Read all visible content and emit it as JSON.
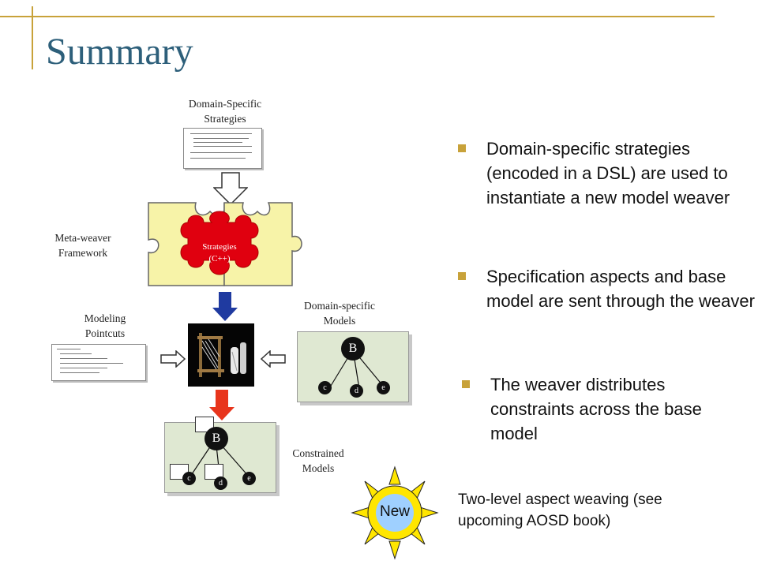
{
  "slide": {
    "title": "Summary",
    "labels": {
      "domain_strategies": "Domain-Specific Strategies",
      "meta_weaver": "Meta-weaver Framework",
      "strategies_piece": "Strategies (C++)",
      "modeling_pointcuts": "Modeling Pointcuts",
      "domain_models": "Domain-specific Models",
      "constrained_models": "Constrained Models"
    },
    "model_nodes": {
      "root": "B",
      "children": [
        "c",
        "d",
        "e"
      ]
    },
    "bullets": [
      "Domain-specific strategies (encoded in a DSL) are used to instantiate a new model weaver",
      "Specification aspects and base model are sent through the weaver",
      "The weaver distributes constraints across the base model"
    ],
    "badge": "New",
    "note": "Two-level aspect weaving (see upcoming AOSD book)",
    "colors": {
      "title": "#2d5f7a",
      "accent_gold": "#c8a23a",
      "puzzle": "#f7f3a8",
      "strategies_red": "#e0000f",
      "model_bg": "#dfe8d2",
      "arrow_blue": "#1f3aa0",
      "arrow_red": "#e8351c",
      "sun_yellow": "#ffe600",
      "badge_blue": "#9fd0ff"
    }
  }
}
